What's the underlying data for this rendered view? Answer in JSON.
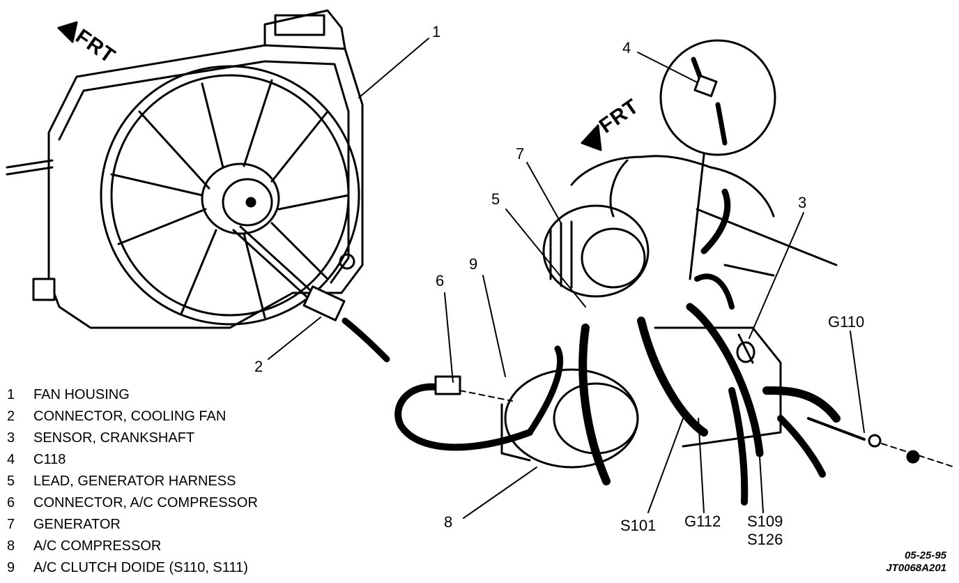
{
  "figure": {
    "frt_labels": [
      "FRT",
      "FRT"
    ],
    "callouts": {
      "c1": "1",
      "c2": "2",
      "c3": "3",
      "c4": "4",
      "c5": "5",
      "c6": "6",
      "c7": "7",
      "c8": "8",
      "c9": "9",
      "g110": "G110",
      "s101": "S101",
      "g112": "G112",
      "s109": "S109",
      "s126": "S126"
    },
    "legend": [
      {
        "num": "1",
        "text": "FAN HOUSING"
      },
      {
        "num": "2",
        "text": "CONNECTOR, COOLING FAN"
      },
      {
        "num": "3",
        "text": "SENSOR, CRANKSHAFT"
      },
      {
        "num": "4",
        "text": "C118"
      },
      {
        "num": "5",
        "text": "LEAD, GENERATOR HARNESS"
      },
      {
        "num": "6",
        "text": "CONNECTOR, A/C COMPRESSOR"
      },
      {
        "num": "7",
        "text": "GENERATOR"
      },
      {
        "num": "8",
        "text": "A/C COMPRESSOR"
      },
      {
        "num": "9",
        "text": "A/C CLUTCH DOIDE (S110, S111)"
      }
    ],
    "stamp_date": "05-25-95",
    "stamp_code": "JT0068A201"
  }
}
